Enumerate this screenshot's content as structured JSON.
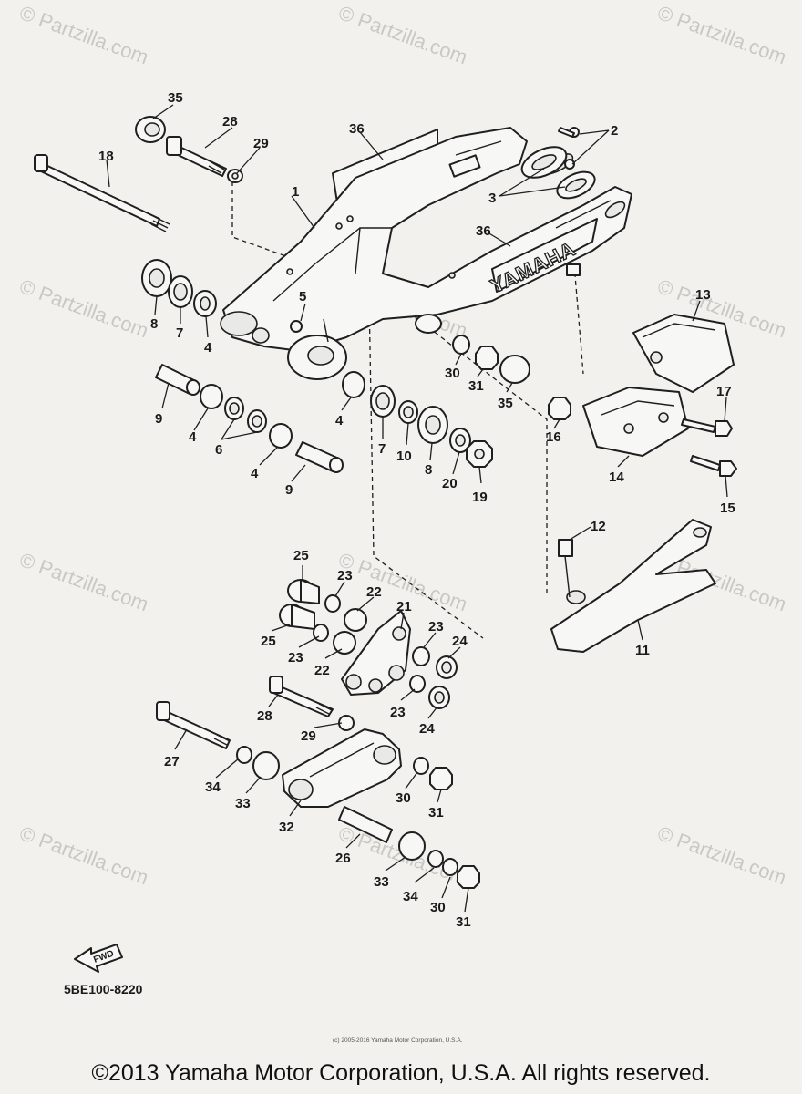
{
  "diagram": {
    "brand_decal": "YAMAHA",
    "direction_label": "FWD",
    "drawing_code": "5BE100-8220",
    "fine_print": "(c) 2005-2016 Yamaha Motor Corporation, U.S.A.",
    "copyright": "©2013 Yamaha Motor Corporation, U.S.A. All rights reserved.",
    "watermark": "© Partzilla.com",
    "callouts": [
      "1",
      "2",
      "3",
      "4",
      "5",
      "6",
      "7",
      "8",
      "9",
      "10",
      "11",
      "12",
      "13",
      "14",
      "15",
      "16",
      "17",
      "18",
      "19",
      "20",
      "21",
      "22",
      "23",
      "24",
      "25",
      "26",
      "27",
      "28",
      "29",
      "30",
      "31",
      "32",
      "33",
      "34",
      "35",
      "36"
    ]
  },
  "colors": {
    "background": "#f2f1ee",
    "ink": "#1f1f1f",
    "watermark": "#c9c9c4"
  }
}
